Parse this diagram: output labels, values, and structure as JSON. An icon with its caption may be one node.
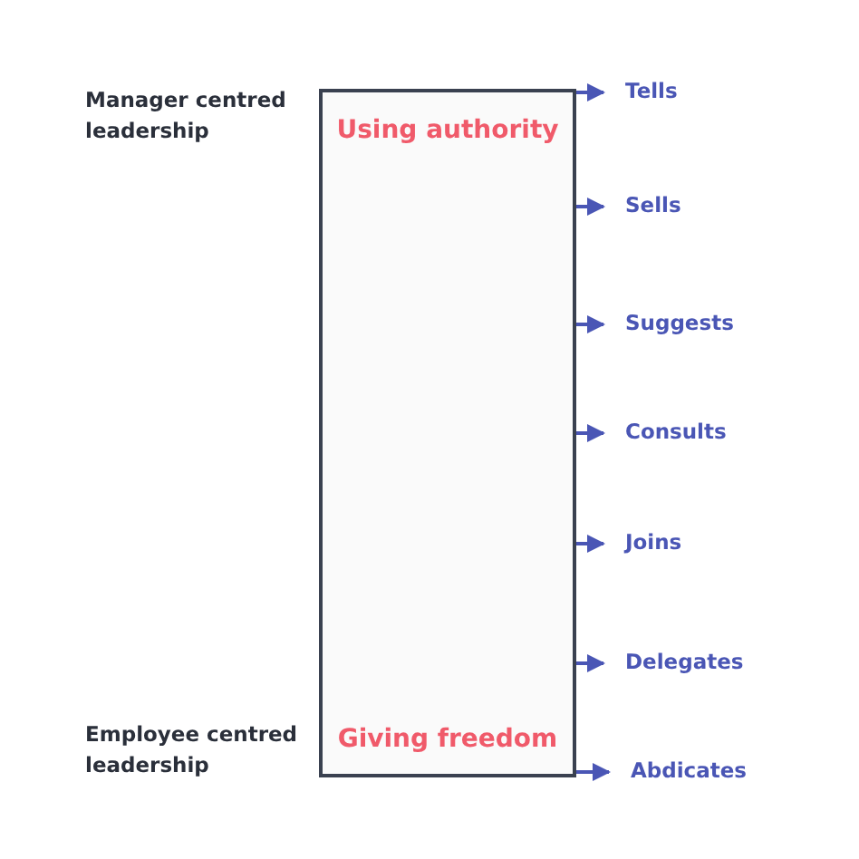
{
  "diagram": {
    "nodes": [
      {
        "text": [
          "Using authority",
          "Giving freedom"
        ]
      },
      {
        "text": [
          "Tells"
        ]
      },
      {
        "text": [
          "Sells"
        ]
      },
      {
        "text": [
          "Suggests"
        ]
      },
      {
        "text": [
          "Consults"
        ]
      },
      {
        "text": [
          "Joins"
        ]
      },
      {
        "text": [
          "Delegates"
        ]
      },
      {
        "text": [
          "Abdicates"
        ]
      }
    ],
    "edges": [
      {
        "from": 0,
        "to": 1,
        "arrow": "to"
      },
      {
        "from": 0,
        "to": 2,
        "arrow": "to"
      },
      {
        "from": 0,
        "to": 3,
        "arrow": "to"
      },
      {
        "from": 0,
        "to": 4,
        "arrow": "to"
      },
      {
        "from": 0,
        "to": 5,
        "arrow": "to"
      },
      {
        "from": 0,
        "to": 6,
        "arrow": "to"
      },
      {
        "from": 0,
        "to": 7,
        "arrow": "to"
      }
    ],
    "labels": [
      "Manager centred leadership",
      "Employee centred leadership"
    ]
  }
}
